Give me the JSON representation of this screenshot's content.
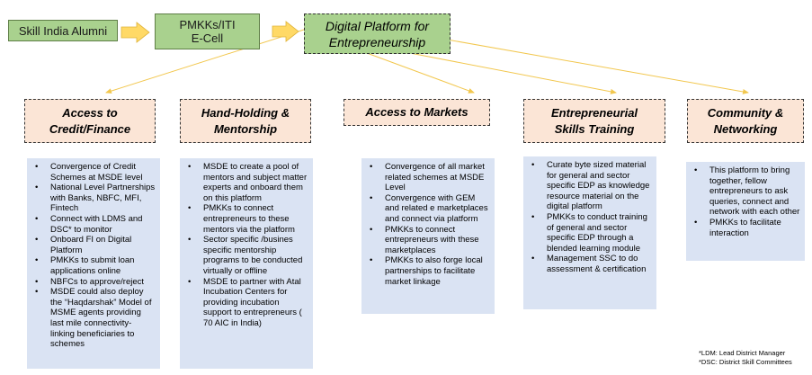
{
  "top_row": {
    "alumni": "Skill India Alumni",
    "cell_line1": "PMKKs/ITI",
    "cell_line2": "E-Cell",
    "platform_line1": "Digital Platform for",
    "platform_line2": "Entrepreneurship"
  },
  "pillars": [
    {
      "title_line1": "Access to",
      "title_line2": "Credit/Finance",
      "bullets": [
        "Convergence of Credit Schemes at MSDE level",
        "National Level Partnerships with Banks, NBFC, MFI, Fintech",
        "Connect with LDMS and DSC* to monitor",
        "Onboard FI on Digital Platform",
        "PMKKs to submit loan applications online",
        "NBFCs to approve/reject",
        "MSDE could also deploy the “Haqdarshak” Model of MSME agents providing last mile connectivity- linking beneficiaries to schemes"
      ]
    },
    {
      "title_line1": "Hand-Holding &",
      "title_line2": "Mentorship",
      "bullets": [
        "MSDE to create a pool of mentors and subject matter experts and onboard them on this platform",
        "PMKKs to connect entrepreneurs to these mentors via the platform",
        "Sector specific /busines specific mentorship programs to be conducted virtually or offline",
        "MSDE to partner with Atal Incubation Centers for providing incubation support to entrepreneurs ( 70 AIC in India)"
      ]
    },
    {
      "title_line1": "Access to Markets",
      "title_line2": "",
      "bullets": [
        "Convergence of all market related schemes at MSDE Level",
        "Convergence with GEM and related  e marketplaces and connect via platform",
        "PMKKs to connect entrepreneurs with these marketplaces",
        "PMKKs to also forge local partnerships to facilitate market linkage"
      ]
    },
    {
      "title_line1": "Entrepreneurial",
      "title_line2": "Skills Training",
      "bullets": [
        "Curate byte sized material for general and sector specific EDP as knowledge resource  material on the digital platform",
        "PMKKs to conduct training of general and sector specific EDP through a blended learning module",
        "Management SSC to do assessment & certification"
      ]
    },
    {
      "title_line1": "Community &",
      "title_line2": "Networking",
      "bullets": [
        "This platform to bring together,  fellow entrepreneurs to ask queries, connect and network with each other",
        "PMKKs to facilitate interaction"
      ]
    }
  ],
  "footnotes": {
    "ldm": "*LDM: Lead District Manager",
    "dsc": "*DSC: District Skill Committees"
  },
  "colors": {
    "green": "#a9d18e",
    "peach": "#fbe5d6",
    "light_blue": "#dae3f3",
    "arrow_yellow": "#ffd966"
  }
}
